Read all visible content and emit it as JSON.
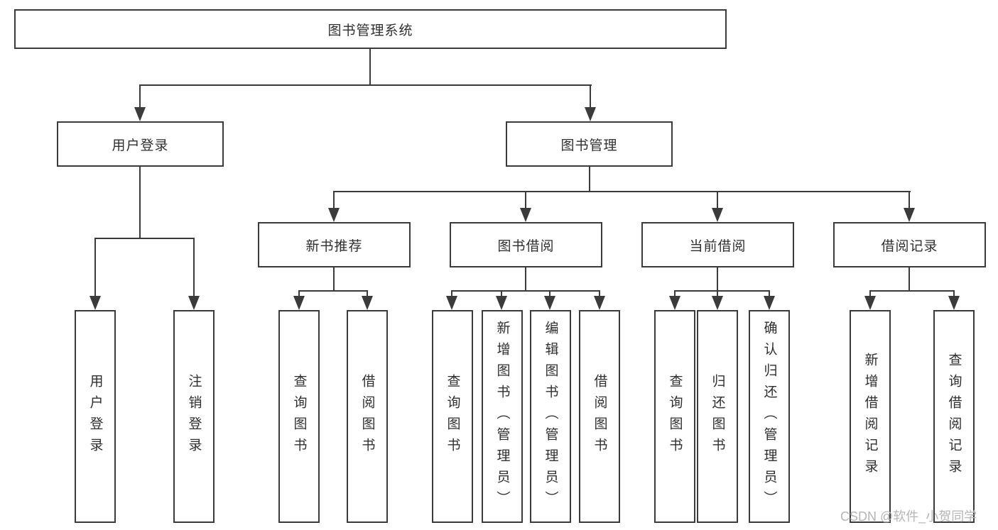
{
  "diagram_type": "tree",
  "hierarchy": {
    "label": "图书管理系统",
    "children": [
      {
        "label": "用户登录",
        "children": [
          {
            "label": "用户登录"
          },
          {
            "label": "注销登录"
          }
        ]
      },
      {
        "label": "图书管理",
        "children": [
          {
            "label": "新书推荐",
            "children": [
              {
                "label": "查询图书"
              },
              {
                "label": "借阅图书"
              }
            ]
          },
          {
            "label": "图书借阅",
            "children": [
              {
                "label": "查询图书"
              },
              {
                "label": "新增图书（管理员）"
              },
              {
                "label": "编辑图书（管理员）"
              },
              {
                "label": "借阅图书"
              }
            ]
          },
          {
            "label": "当前借阅",
            "children": [
              {
                "label": "查询图书"
              },
              {
                "label": "归还图书"
              },
              {
                "label": "确认归还（管理员）"
              }
            ]
          },
          {
            "label": "借阅记录",
            "children": [
              {
                "label": "新增借阅记录"
              },
              {
                "label": "查询借阅记录"
              }
            ]
          }
        ]
      }
    ]
  },
  "watermark": "CSDN @软件_小贺同学",
  "colors": {
    "line": "#3b3b3b",
    "box_border": "#3b3b3b",
    "text": "#2f2f2f",
    "watermark": "#b5b5b5",
    "background": "#ffffff"
  }
}
